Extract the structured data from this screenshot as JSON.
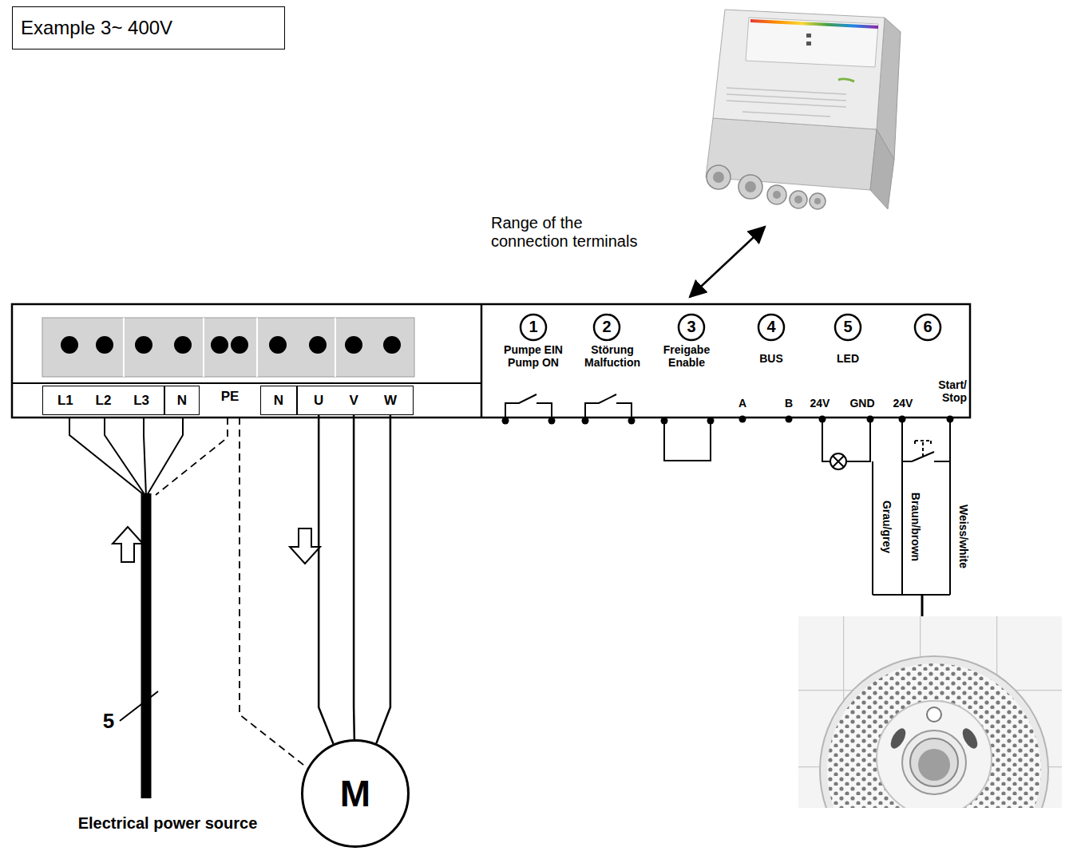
{
  "diagram": {
    "title": "Example 3~ 400V",
    "nodes": [
      {
        "text": [
          "L1",
          "L2",
          "L3"
        ]
      },
      {
        "text": [
          "N"
        ]
      },
      {
        "text": [
          "N"
        ]
      },
      {
        "text": [
          "U",
          "V",
          "W"
        ]
      },
      {
        "text": [
          "M"
        ]
      }
    ],
    "edges": [
      {
        "from": 3,
        "to": 4,
        "arrow": "none"
      },
      {
        "from": 3,
        "to": 4,
        "arrow": "none"
      },
      {
        "from": 3,
        "to": 4,
        "arrow": "none"
      }
    ],
    "labels": [
      "Range of the connection terminals",
      "1",
      "Pumpe EIN Pump ON",
      "2",
      "Störung Malfuction",
      "3",
      "Freigabe Enable",
      "4",
      "BUS",
      "5",
      "LED",
      "6",
      "A",
      "B",
      "24V",
      "GND",
      "24V",
      "Start/ Stop",
      "PE",
      "Grau/grey",
      "Braun/brown",
      "Weiss/white",
      "5",
      "Electrical power source"
    ]
  }
}
